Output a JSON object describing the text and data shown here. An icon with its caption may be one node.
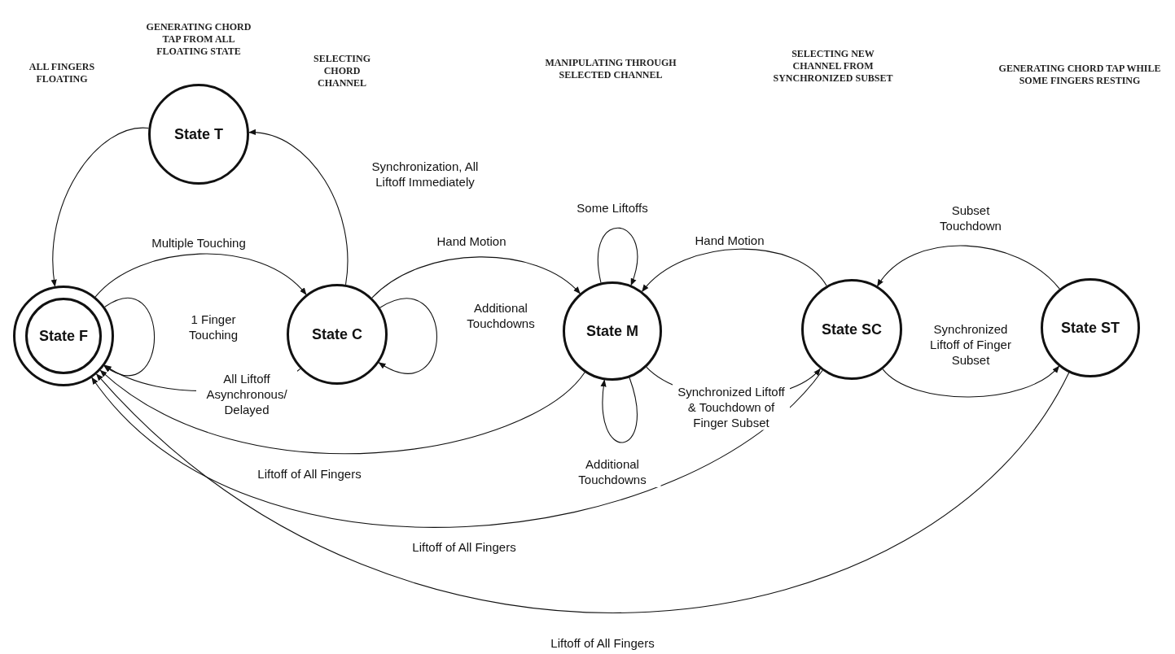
{
  "diagram": {
    "nodes": [
      {
        "text": [
          "State F"
        ]
      },
      {
        "text": [
          "State T"
        ],
        "beside": [
          "GENERATING CHORD TAP FROM ALL FLOATING STATE"
        ]
      },
      {
        "text": [
          "State C"
        ]
      },
      {
        "text": [
          "State M"
        ]
      },
      {
        "text": [
          "State SC"
        ]
      },
      {
        "text": [
          "State ST"
        ]
      }
    ],
    "labels": [
      "ALL FINGERS FLOATING",
      "SELECTING CHORD CHANNEL",
      "MANIPULATING THROUGH SELECTED CHANNEL",
      "SELECTING NEW CHANNEL FROM SYNCHRONIZED SUBSET",
      "GENERATING CHORD TAP WHILE SOME FINGERS RESTING"
    ],
    "edges": [
      {
        "from": 1,
        "to": 0,
        "arrow": "to"
      },
      {
        "from": 2,
        "to": 1,
        "arrow": "to",
        "label": "Synchronization, All Liftoff Immediately"
      },
      {
        "from": 0,
        "to": 2,
        "arrow": "to",
        "label": "Multiple Touching"
      },
      {
        "from": 0,
        "to": 0,
        "arrow": "to",
        "label": "1 Finger Touching"
      },
      {
        "from": 2,
        "to": 0,
        "arrow": "to",
        "label": "All Liftoff Asynchronous/ Delayed"
      },
      {
        "from": 2,
        "to": 2,
        "arrow": "to",
        "label": "Additional Touchdowns"
      },
      {
        "from": 2,
        "to": 3,
        "arrow": "to",
        "label": "Hand Motion"
      },
      {
        "from": 3,
        "to": 3,
        "arrow": "to",
        "label": "Some Liftoffs"
      },
      {
        "from": 3,
        "to": 3,
        "arrow": "to",
        "label": "Additional Touchdowns"
      },
      {
        "from": 3,
        "to": 0,
        "arrow": "to",
        "label": "Liftoff of All Fingers"
      },
      {
        "from": 4,
        "to": 3,
        "arrow": "to",
        "label": "Hand Motion"
      },
      {
        "from": 3,
        "to": 4,
        "arrow": "to",
        "label": "Synchronized Liftoff & Touchdown of Finger Subset"
      },
      {
        "from": 5,
        "to": 4,
        "arrow": "to",
        "label": "Subset Touchdown"
      },
      {
        "from": 4,
        "to": 5,
        "arrow": "to",
        "label": "Synchronized Liftoff of Finger Subset"
      },
      {
        "from": 4,
        "to": 0,
        "arrow": "to",
        "label": "Liftoff of All Fingers"
      },
      {
        "from": 5,
        "to": 0,
        "arrow": "to",
        "label": "Liftoff of All Fingers"
      }
    ]
  }
}
